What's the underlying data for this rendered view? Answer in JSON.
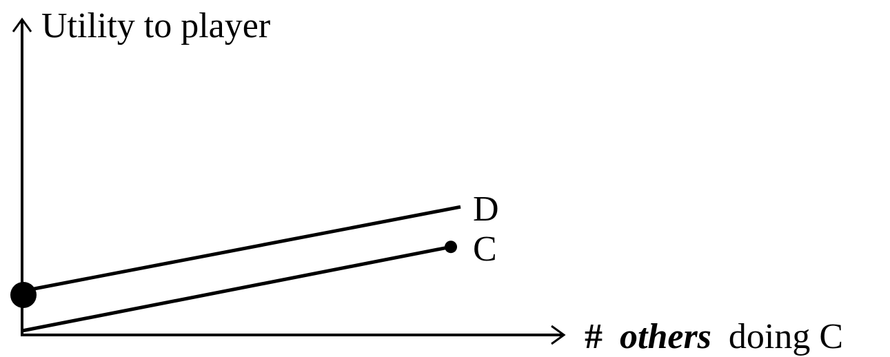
{
  "diagram": {
    "y_axis_label": "Utility to player",
    "x_axis_label": {
      "hash": "#",
      "emphasis": "others",
      "rest": "doing C"
    },
    "lines": [
      {
        "name": "D",
        "start_value": 1,
        "end_value": 3.1
      },
      {
        "name": "C",
        "start_value": 0,
        "end_value": 2.1
      }
    ],
    "colors": {
      "ink": "#000000",
      "background": "#ffffff"
    }
  }
}
